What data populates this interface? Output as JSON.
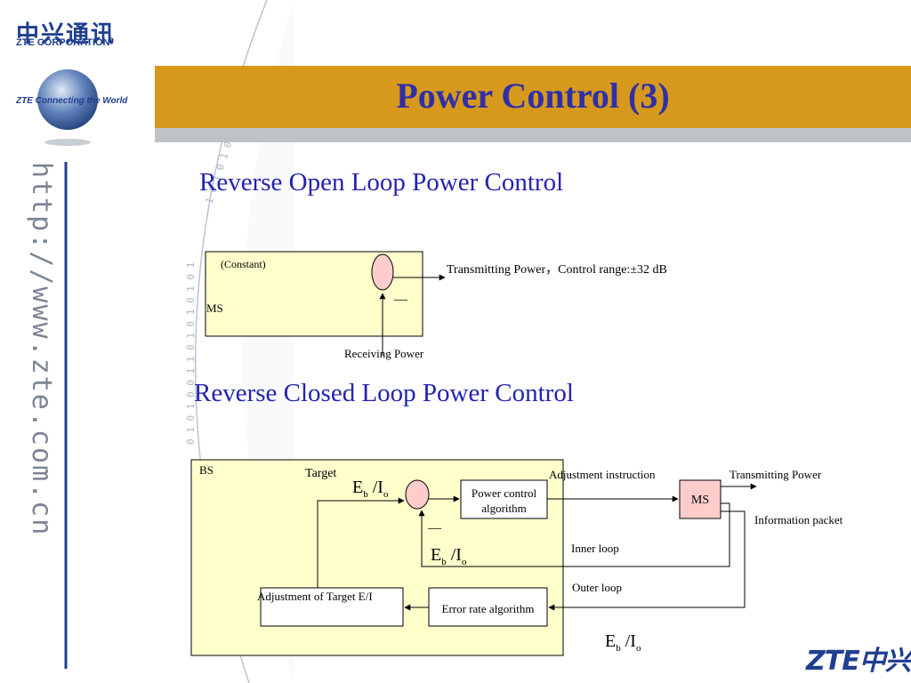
{
  "brand": {
    "logo_chinese": "中兴通讯",
    "logo_english": "ZTE CORPORATION",
    "globe_tagline": "ZTE Connecting the World",
    "url_vertical": "http://www.zte.com.cn",
    "footer_logo": "ZTE中兴",
    "accent_color": "#d7991c",
    "title_color": "#2f2fa8"
  },
  "slide": {
    "title": "Power Control (3)"
  },
  "open_loop": {
    "heading": "Reverse Open Loop Power Control",
    "constant_label": "(Constant)",
    "ms_label": "MS",
    "minus_sign": "—",
    "output_label": "Transmitting Power，Control range:±32 dB",
    "input_label": "Receiving Power"
  },
  "closed_loop": {
    "heading": "Reverse Closed Loop Power Control",
    "bs_label": "BS",
    "target_label": "Target",
    "eb_main": "E",
    "eb_sub_b": "b",
    "eb_slash": "/",
    "eb_I": "I",
    "eb_sub_o": "o",
    "minus_sign": "—",
    "power_control_algorithm": "Power control algorithm",
    "adjustment_instruction": "Adjustment instruction",
    "ms_label": "MS",
    "transmitting_power": "Transmitting Power",
    "information_packet": "Information packet",
    "inner_loop": "Inner loop",
    "outer_loop": "Outer loop",
    "adjustment_of_target": "Adjustment of Target E/I",
    "error_rate_algorithm": "Error rate algorithm"
  }
}
